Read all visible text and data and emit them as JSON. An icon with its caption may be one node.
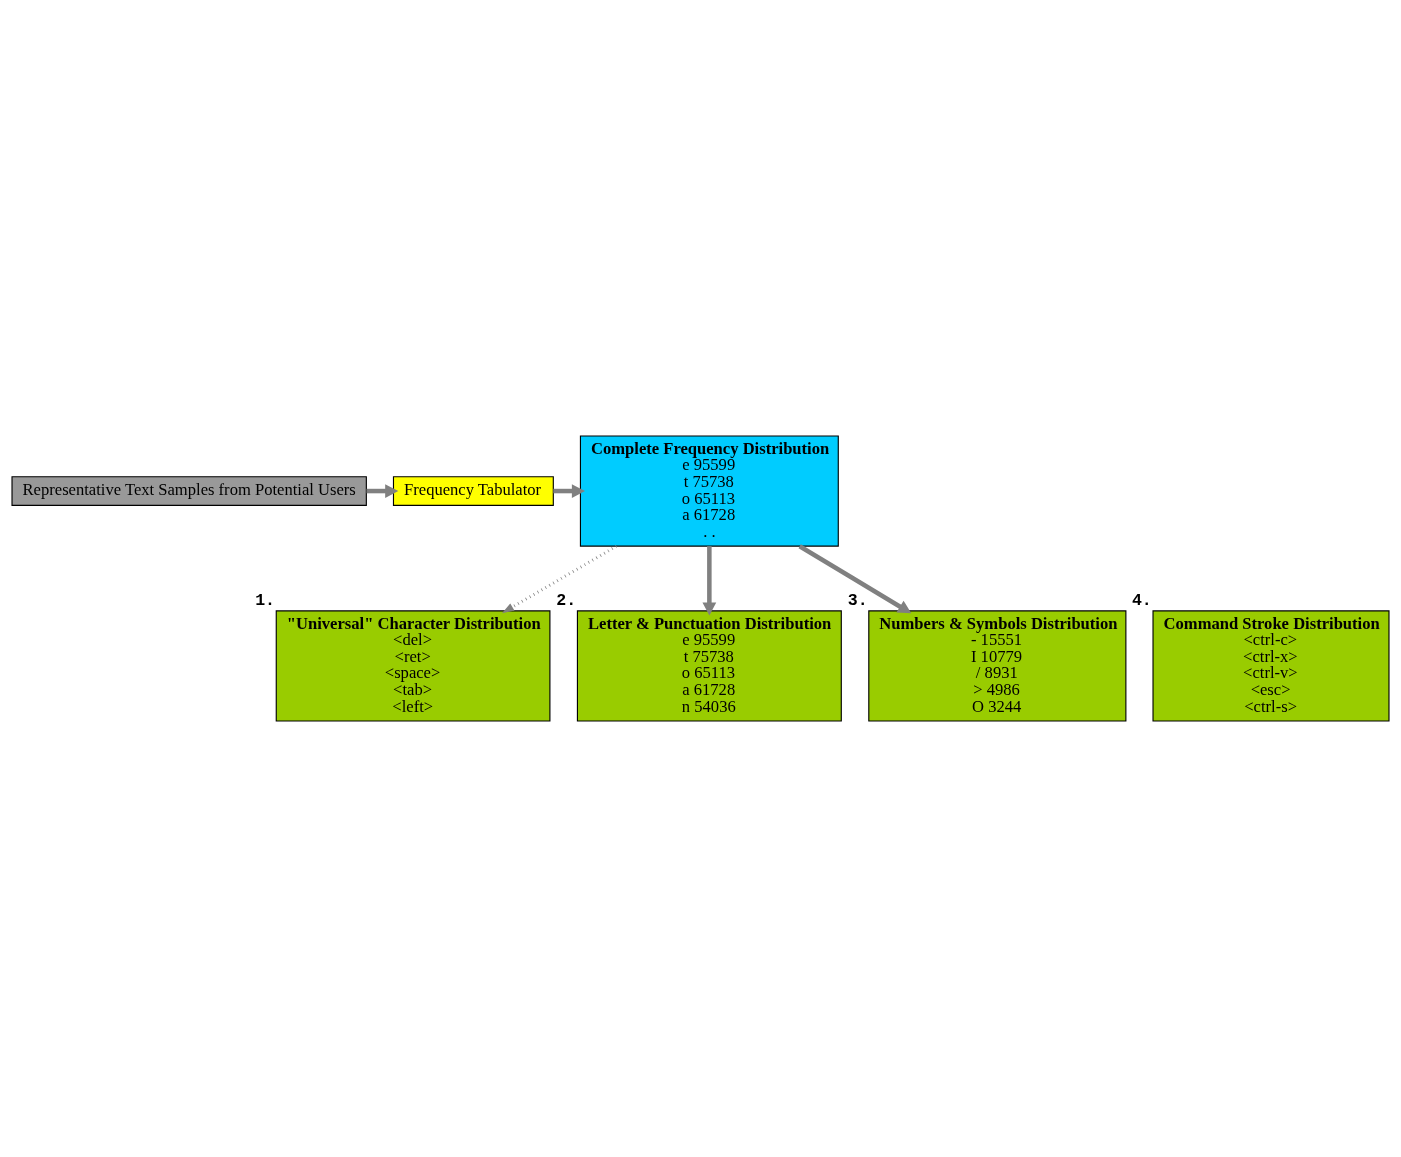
{
  "diagram": {
    "nodes": [
      {
        "text": [
          "Representative Text Samples from Potential Users"
        ]
      },
      {
        "text": [
          "Frequency Tabulator"
        ]
      },
      {
        "text": [
          "Complete Frequency Distribution",
          "e 95599",
          "t 75738",
          "o 65113",
          "a 61728",
          ". ."
        ]
      },
      {
        "text": [
          "\"Universal\" Character Distribution",
          "<del>",
          "<ret>",
          "<space>",
          "<tab>",
          "<left>"
        ],
        "beside": [
          "1."
        ]
      },
      {
        "text": [
          "Letter & Punctuation Distribution",
          "e 95599",
          "t 75738",
          "o 65113",
          "a 61728",
          "n 54036"
        ],
        "beside": [
          "2."
        ]
      },
      {
        "text": [
          "Numbers & Symbols Distribution",
          "- 15551",
          "I 10779",
          "/ 8931",
          "> 4986",
          "O 3244"
        ],
        "beside": [
          "3."
        ]
      },
      {
        "text": [
          "Command Stroke Distribution",
          "<ctrl-c>",
          "<ctrl-x>",
          "<ctrl-v>",
          "<esc>",
          "<ctrl-s>"
        ],
        "beside": [
          "4."
        ]
      }
    ],
    "edges": [
      {
        "from": 0,
        "to": 1,
        "arrow": "to"
      },
      {
        "from": 1,
        "to": 2,
        "arrow": "to"
      },
      {
        "from": 2,
        "to": 3,
        "arrow": "to",
        "style": "dashed"
      },
      {
        "from": 2,
        "to": 4,
        "arrow": "to"
      },
      {
        "from": 2,
        "to": 5,
        "arrow": "to"
      }
    ]
  }
}
